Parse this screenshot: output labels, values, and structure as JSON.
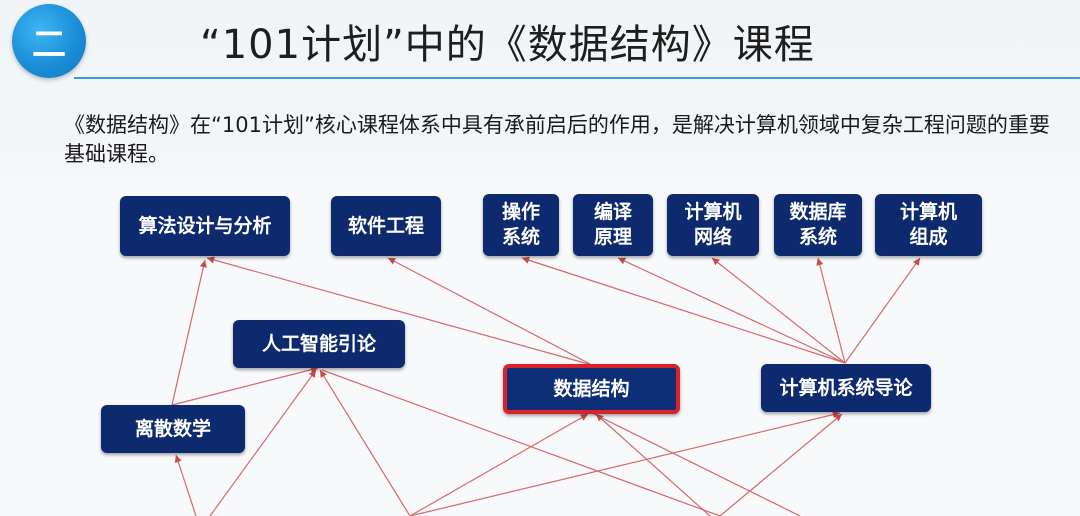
{
  "header": {
    "badge": "二",
    "title": "“101计划”中的《数据结构》课程"
  },
  "intro": "《数据结构》在“101计划”核心课程体系中具有承前启后的作用，是解决计算机领域中复杂工程问题的重要基础课程。",
  "colors": {
    "node_fill": "#0d2a6e",
    "highlight_border": "#d8232a",
    "link": "#d46a6a",
    "accent": "#3a9de0"
  },
  "nodes": {
    "algorithm_design": "算法设计与分析",
    "software_engineering": "软件工程",
    "operating_systems": "操作\n系统",
    "compilers": "编译\n原理",
    "computer_networks": "计算机\n网络",
    "database_systems": "数据库\n系统",
    "computer_organization": "计算机\n组成",
    "ai_intro": "人工智能引论",
    "data_structures": "数据结构",
    "intro_computer_systems": "计算机系统导论",
    "discrete_math": "离散数学"
  }
}
